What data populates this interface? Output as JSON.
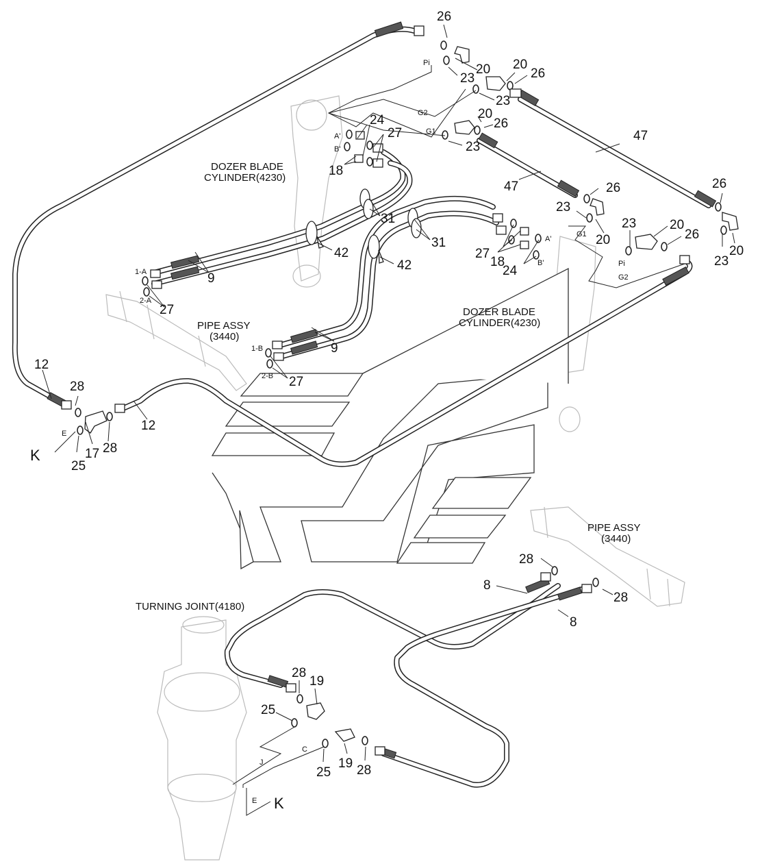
{
  "labels": {
    "dozer_blade_cyl_left_1": "DOZER BLADE",
    "dozer_blade_cyl_left_2": "CYLINDER(4230)",
    "dozer_blade_cyl_right_1": "DOZER BLADE",
    "dozer_blade_cyl_right_2": "CYLINDER(4230)",
    "pipe_assy_left_1": "PIPE ASSY",
    "pipe_assy_left_2": "(3440)",
    "pipe_assy_right_1": "PIPE ASSY",
    "pipe_assy_right_2": "(3440)",
    "turning_joint": "TURNING JOINT(4180)",
    "k_top": "K",
    "k_bottom": "K"
  },
  "ports": {
    "pi_top": "Pi",
    "g2_top": "G2",
    "g1_top": "G1",
    "a_prime_left": "A'",
    "b_prime_left": "B'",
    "a_prime_right": "A'",
    "b_prime_right": "B'",
    "g1_right": "G1",
    "pi_right": "Pi",
    "g2_right": "G2",
    "p1a": "1-A",
    "p2a": "2-A",
    "p1b": "1-B",
    "p2b": "2-B",
    "e_top": "E",
    "j_bottom": "J",
    "c_bottom": "C",
    "e_bottom": "E"
  },
  "parts": {
    "n26_a": "26",
    "n20_a": "20",
    "n23_a": "23",
    "n20_b": "20",
    "n26_b": "26",
    "n23_b": "23",
    "n20_c": "20",
    "n26_c": "26",
    "n23_c": "23",
    "n24_a": "24",
    "n27_a": "27",
    "n18_a": "18",
    "n47_a": "47",
    "n47_b": "47",
    "n26_d": "26",
    "n23_d": "23",
    "n20_d": "20",
    "n26_e": "26",
    "n20_e": "20",
    "n23_e": "23",
    "n23_f": "23",
    "n20_f": "20",
    "n26_f": "26",
    "n31_a": "31",
    "n31_b": "31",
    "n42_a": "42",
    "n42_b": "42",
    "n9_a": "9",
    "n9_b": "9",
    "n27_b": "27",
    "n27_c": "27",
    "n27_d": "27",
    "n18_b": "18",
    "n24_b": "24",
    "n12_a": "12",
    "n12_b": "12",
    "n28_a": "28",
    "n28_b": "28",
    "n17": "17",
    "n25_a": "25",
    "n28_c": "28",
    "n28_d": "28",
    "n8_a": "8",
    "n8_b": "8",
    "n28_e": "28",
    "n19_a": "19",
    "n25_b": "25",
    "n19_b": "19",
    "n28_f": "28",
    "n25_c": "25"
  }
}
